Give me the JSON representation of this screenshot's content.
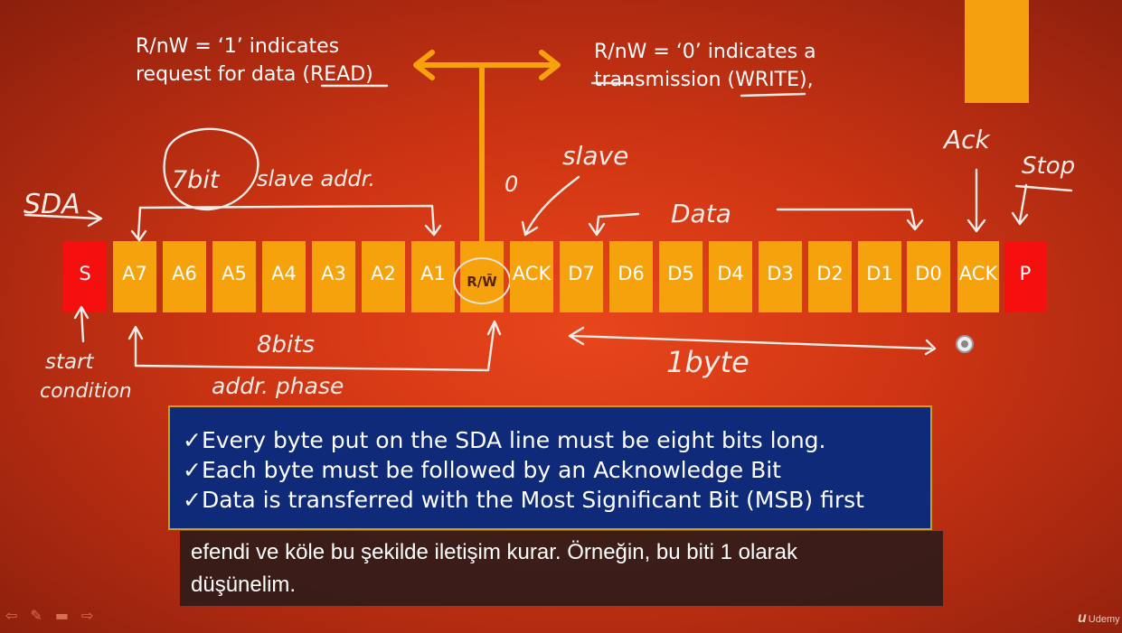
{
  "notes": {
    "read_line1": "R/nW = ‘1’ indicates",
    "read_line2": "request for data (READ)",
    "write_line1": "R/nW = ‘0’ indicates a",
    "write_line2": "transmission (WRITE),"
  },
  "frame": {
    "cells": [
      {
        "label": "S",
        "color": "#f60f0f"
      },
      {
        "label": "A7",
        "color": "#f5a20d"
      },
      {
        "label": "A6",
        "color": "#f5a20d"
      },
      {
        "label": "A5",
        "color": "#f5a20d"
      },
      {
        "label": "A4",
        "color": "#f5a20d"
      },
      {
        "label": "A3",
        "color": "#f5a20d"
      },
      {
        "label": "A2",
        "color": "#f5a20d"
      },
      {
        "label": "A1",
        "color": "#f5a20d"
      },
      {
        "label": "R/W̄",
        "color": "#f5a20d"
      },
      {
        "label": "ACK",
        "color": "#f5a20d"
      },
      {
        "label": "D7",
        "color": "#f5a20d"
      },
      {
        "label": "D6",
        "color": "#f5a20d"
      },
      {
        "label": "D5",
        "color": "#f5a20d"
      },
      {
        "label": "D4",
        "color": "#f5a20d"
      },
      {
        "label": "D3",
        "color": "#f5a20d"
      },
      {
        "label": "D2",
        "color": "#f5a20d"
      },
      {
        "label": "D1",
        "color": "#f5a20d"
      },
      {
        "label": "D0",
        "color": "#f5a20d"
      },
      {
        "label": "ACK",
        "color": "#f5a20d"
      },
      {
        "label": "P",
        "color": "#f60f0f"
      }
    ]
  },
  "handwriting": {
    "seven_bit": "7bit",
    "slave_addr": "slave addr.",
    "sda": "SDA",
    "zero": "0",
    "slave": "slave",
    "data": "Data",
    "ack": "Ack",
    "stop": "Stop",
    "eight_bits": "8bits",
    "start": "start",
    "condition": "condition",
    "addr_phase": "addr. phase",
    "one_byte": "1byte"
  },
  "info": {
    "line1": "✓Every byte put on the SDA line must be eight bits long.",
    "line2": "✓Each byte must be followed by an Acknowledge Bit",
    "line3": "✓Data is transferred with the Most Significant Bit (MSB) first"
  },
  "caption": {
    "line1": "efendi ve köle bu şekilde iletişim kurar. Örneğin, bu biti 1 olarak",
    "line2": "düşünelim."
  },
  "controls": {
    "prev_icon": "⇦",
    "pen_icon": "✎",
    "screen_icon": "▬",
    "next_icon": "⇨"
  },
  "brand": {
    "mark": "u",
    "name": "Udemy"
  },
  "colors": {
    "accent": "#f5a20d",
    "stop_start": "#f60f0f",
    "info_bg": "#0f2a78"
  }
}
